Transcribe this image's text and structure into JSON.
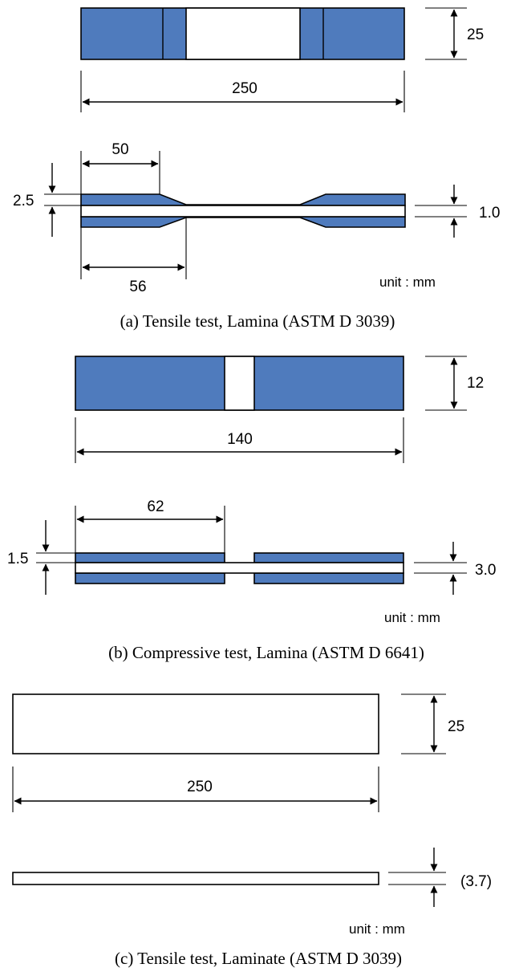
{
  "panel_a": {
    "top_view": {
      "width": "25",
      "length": "250"
    },
    "side_view": {
      "tab_length": "50",
      "bevel_length": "56",
      "tab_thickness": "2.5",
      "specimen_thickness": "1.0"
    },
    "unit": "unit : mm",
    "caption": "(a) Tensile test, Lamina (ASTM D 3039)"
  },
  "panel_b": {
    "top_view": {
      "width": "12",
      "length": "140"
    },
    "side_view": {
      "tab_length": "62",
      "tab_thickness": "1.5",
      "specimen_thickness": "3.0"
    },
    "unit": "unit : mm",
    "caption": "(b) Compressive test, Lamina (ASTM D 6641)"
  },
  "panel_c": {
    "top_view": {
      "width": "25",
      "length": "250"
    },
    "side_view": {
      "thickness": "(3.7)"
    },
    "unit": "unit : mm",
    "caption": "(c) Tensile test, Laminate (ASTM D 3039)"
  },
  "colors": {
    "tab_fill": "#4f7bbd",
    "line": "#000000"
  }
}
